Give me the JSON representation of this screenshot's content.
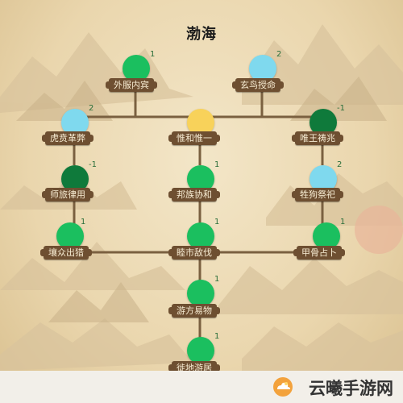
{
  "title": "渤海",
  "colors": {
    "green": "#1bbf5f",
    "dark_green": "#0f7a3b",
    "cyan": "#7fd9ee",
    "yellow": "#f8d25a",
    "line": "#7a6040",
    "plank": "#6e4f31"
  },
  "nodes": [
    {
      "id": "n1",
      "label": "外服内宾",
      "level": "1",
      "state": "green"
    },
    {
      "id": "n2",
      "label": "玄鸟授命",
      "level": "2",
      "state": "cyan"
    },
    {
      "id": "n3",
      "label": "虎贲革弊",
      "level": "2",
      "state": "cyan"
    },
    {
      "id": "n4",
      "label": "惟和惟一",
      "level": "",
      "state": "yellow"
    },
    {
      "id": "n5",
      "label": "唯王祷兆",
      "level": "-1",
      "state": "dark_green"
    },
    {
      "id": "n6",
      "label": "师旅律用",
      "level": "-1",
      "state": "dark_green"
    },
    {
      "id": "n7",
      "label": "邦族协和",
      "level": "1",
      "state": "green"
    },
    {
      "id": "n8",
      "label": "牲狗祭祀",
      "level": "2",
      "state": "cyan"
    },
    {
      "id": "n9",
      "label": "壤众出猎",
      "level": "1",
      "state": "green"
    },
    {
      "id": "n10",
      "label": "睦市敌伐",
      "level": "1",
      "state": "green"
    },
    {
      "id": "n11",
      "label": "甲骨占卜",
      "level": "1",
      "state": "green"
    },
    {
      "id": "n12",
      "label": "游方易物",
      "level": "1",
      "state": "green"
    },
    {
      "id": "n13",
      "label": "徙地游居",
      "level": "1",
      "state": "green"
    }
  ],
  "watermark": {
    "text": "云曦手游网",
    "logo_icon": "cloud-logo-icon"
  }
}
